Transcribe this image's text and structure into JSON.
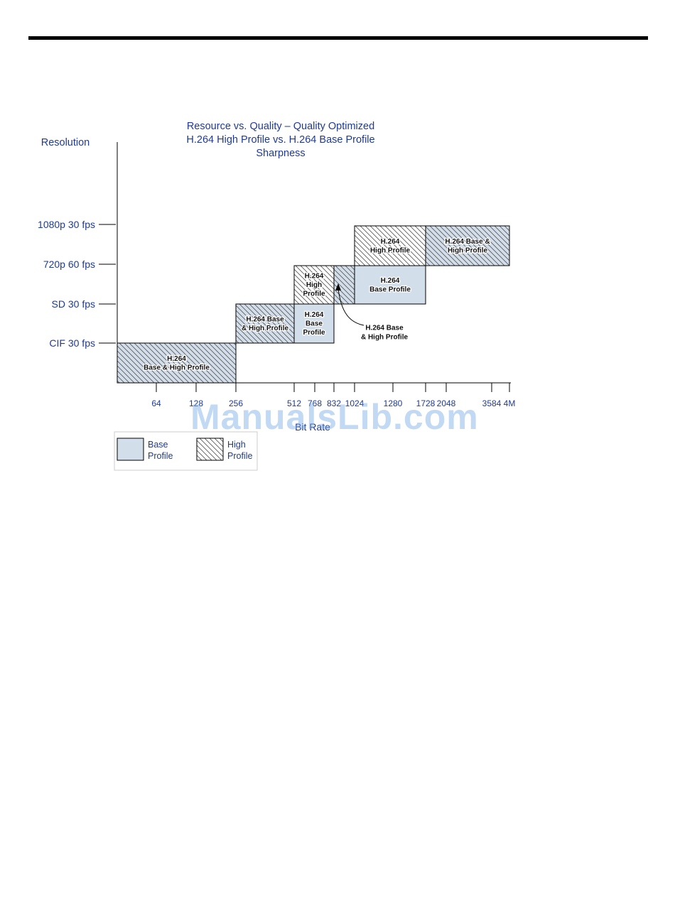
{
  "chart_data": {
    "type": "bar",
    "title": [
      "Resource vs. Quality – Quality Optimized",
      "H.264 High Profile vs. H.264  Base Profile",
      "Sharpness"
    ],
    "ylabel": "Resolution",
    "xlabel": "Bit Rate",
    "y_categories": [
      "CIF 30 fps",
      "SD 30 fps",
      "720p 60 fps",
      "1080p 30 fps"
    ],
    "x_ticks": [
      "64",
      "128",
      "256",
      "512",
      "768",
      "832",
      "1024",
      "1280",
      "1728",
      "2048",
      "3584",
      "4M"
    ],
    "regions": [
      {
        "id": "cif-base-high",
        "x_start": "0",
        "x_end": "256",
        "level": 0,
        "fill": "both",
        "label": [
          "H.264",
          "Base & High Profile"
        ]
      },
      {
        "id": "sd-base-high",
        "x_start": "256",
        "x_end": "512",
        "level": 1,
        "fill": "both",
        "label": [
          "H.264 Base",
          "& High Profile"
        ]
      },
      {
        "id": "sd-base",
        "x_start": "512",
        "x_end": "832",
        "level": 1,
        "fill": "base",
        "label": [
          "H.264",
          "Base",
          "Profile"
        ]
      },
      {
        "id": "720-high",
        "x_start": "512",
        "x_end": "832",
        "level": 2,
        "fill": "high",
        "label": [
          "H.264",
          "High",
          "Profile"
        ]
      },
      {
        "id": "720-base-high",
        "x_start": "832",
        "x_end": "1024",
        "level": 2,
        "fill": "both",
        "label": []
      },
      {
        "id": "720-base",
        "x_start": "1024",
        "x_end": "1728",
        "level": 2,
        "fill": "base",
        "label": [
          "H.264",
          "Base Profile"
        ]
      },
      {
        "id": "1080-high",
        "x_start": "1024",
        "x_end": "1728",
        "level": 3,
        "fill": "high",
        "label": [
          "H.264",
          "High Profile"
        ]
      },
      {
        "id": "1080-base-high",
        "x_start": "1728",
        "x_end": "4M",
        "level": 3,
        "fill": "both",
        "label": [
          "H.264 Base &",
          "High Profile"
        ]
      }
    ],
    "annotation": {
      "text": [
        "H.264 Base",
        "& High Profile"
      ],
      "points_to": "720-base-high"
    },
    "legend": {
      "placement": "bottom-left",
      "items": [
        {
          "name": [
            "Base",
            "Profile"
          ],
          "fill": "base"
        },
        {
          "name": [
            "High",
            "Profile"
          ],
          "fill": "high"
        }
      ]
    },
    "colors": {
      "base": "#d3deeb",
      "hatch": "#555555",
      "text_blue": "#1f3a93",
      "axis": "#000000"
    }
  },
  "watermark": "ManualsLib.com"
}
